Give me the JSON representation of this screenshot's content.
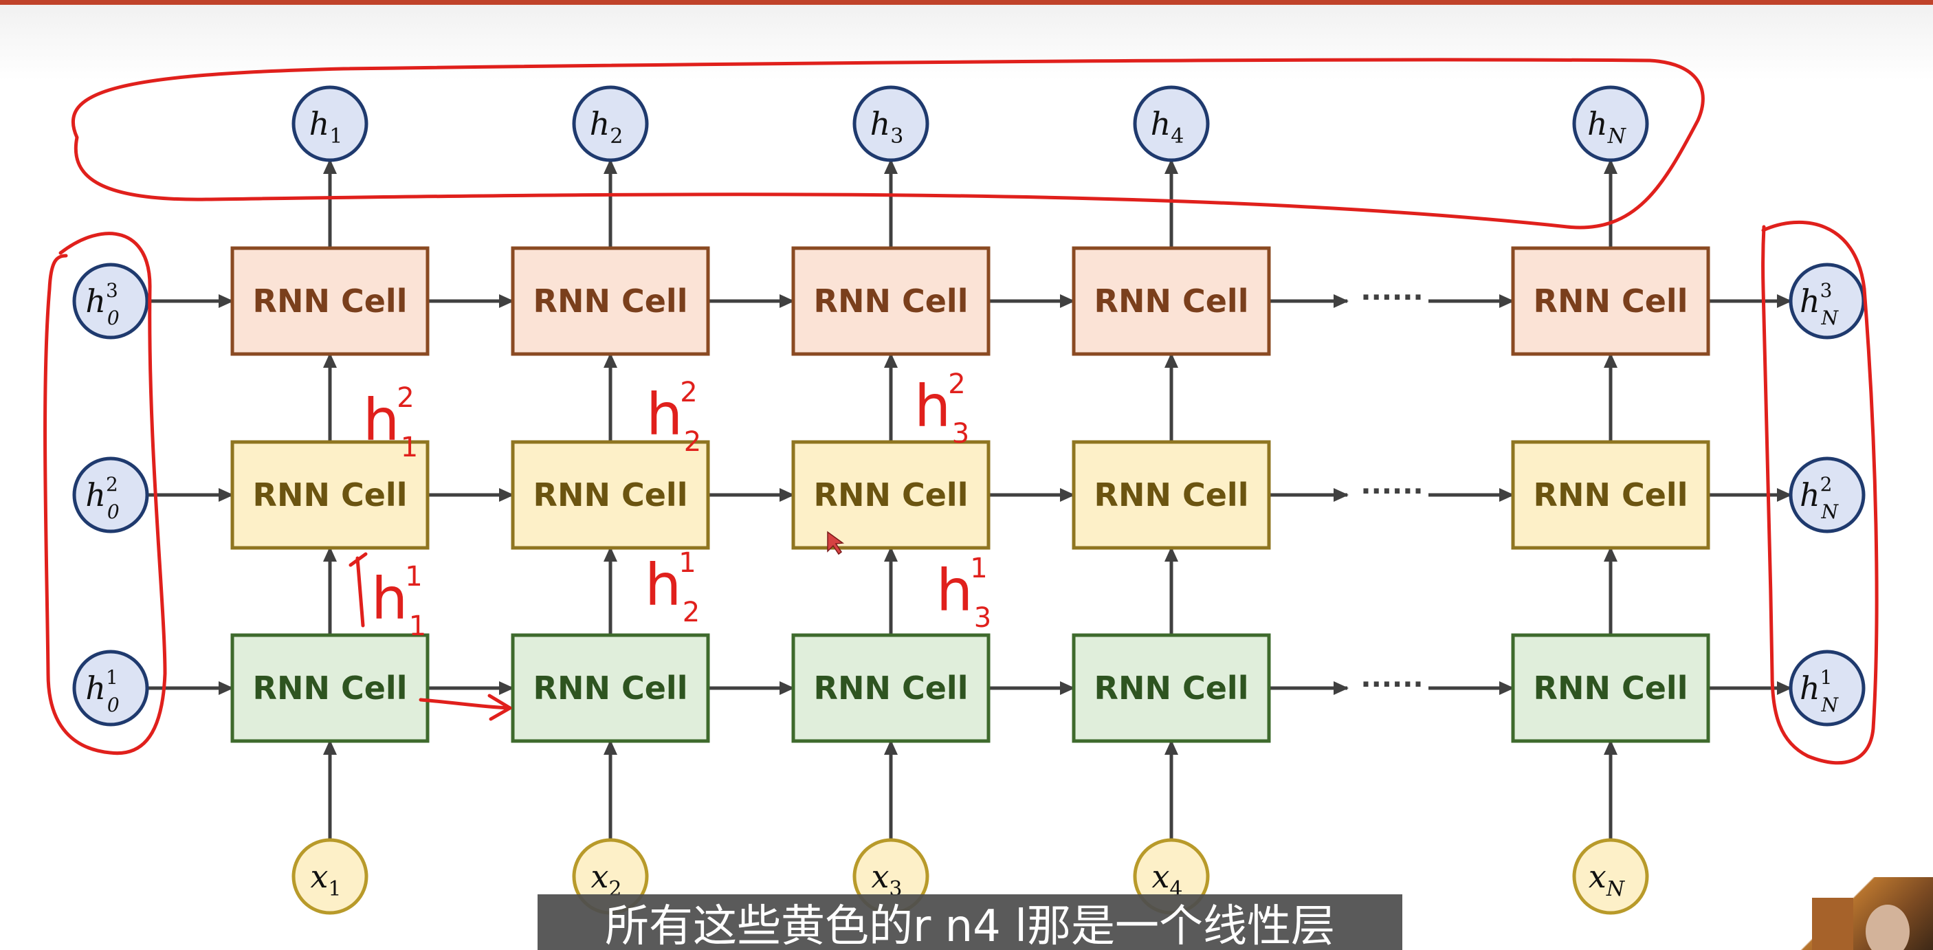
{
  "colors": {
    "layer3_fill": "#fbe3d6",
    "layer3_stroke": "#8a4a22",
    "layer3_text": "#7a3f1c",
    "layer2_fill": "#fdf0c8",
    "layer2_stroke": "#8f7520",
    "layer2_text": "#6b5410",
    "layer1_fill": "#e0eedb",
    "layer1_stroke": "#3e6a2c",
    "layer1_text": "#2e5420",
    "hidden_node_fill": "#dce3f4",
    "hidden_node_stroke": "#1f3a6e",
    "input_node_fill": "#fdf0c8",
    "input_node_stroke": "#b89a2a",
    "arrow": "#404040",
    "annotation": "#e0201c"
  },
  "diagram": {
    "cell_label": "RNN Cell",
    "ellipsis": "······",
    "columns": [
      "1",
      "2",
      "3",
      "4",
      "ellipsis",
      "N"
    ],
    "outputs": [
      {
        "base": "h",
        "sub": "1"
      },
      {
        "base": "h",
        "sub": "2"
      },
      {
        "base": "h",
        "sub": "3"
      },
      {
        "base": "h",
        "sub": "4"
      },
      {
        "base": "h",
        "sub": "N"
      }
    ],
    "inputs": [
      {
        "base": "x",
        "sub": "1"
      },
      {
        "base": "x",
        "sub": "2"
      },
      {
        "base": "x",
        "sub": "3"
      },
      {
        "base": "x",
        "sub": "4"
      },
      {
        "base": "x",
        "sub": "N"
      }
    ],
    "initial_states": [
      {
        "base": "h",
        "sub": "0",
        "sup": "3"
      },
      {
        "base": "h",
        "sub": "0",
        "sup": "2"
      },
      {
        "base": "h",
        "sub": "0",
        "sup": "1"
      }
    ],
    "final_states": [
      {
        "base": "h",
        "sub": "N",
        "sup": "3"
      },
      {
        "base": "h",
        "sub": "N",
        "sup": "2"
      },
      {
        "base": "h",
        "sub": "N",
        "sup": "1"
      }
    ]
  },
  "annotations": {
    "handwritten": [
      {
        "base": "h",
        "sup": "2",
        "sub": "1"
      },
      {
        "base": "h",
        "sup": "2",
        "sub": "2"
      },
      {
        "base": "h",
        "sup": "2",
        "sub": "3"
      },
      {
        "base": "h",
        "sup": "1",
        "sub": "1"
      },
      {
        "base": "h",
        "sup": "1",
        "sub": "2"
      },
      {
        "base": "h",
        "sup": "1",
        "sub": "3"
      }
    ]
  },
  "subtitle": "所有这些黄色的r n4 l那是一个线性层"
}
